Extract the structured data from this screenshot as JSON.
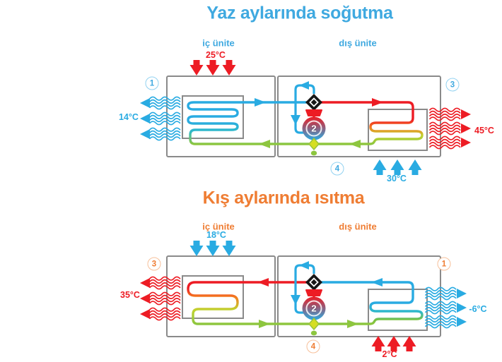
{
  "palette": {
    "cool_blue": "#3fa9e0",
    "cold_cyan": "#29abe2",
    "hot_red": "#ed1c24",
    "warm_orange": "#ef7d33",
    "green": "#8dc63f"
  },
  "summer": {
    "title": "Yaz aylarında soğutma",
    "indoor_unit_label": "iç ünite",
    "outdoor_unit_label": "dış ünite",
    "indoor_air_temp": "25°C",
    "indoor_outlet_temp": "14°C",
    "outdoor_outlet_temp": "45°C",
    "outdoor_air_temp": "30°C",
    "badge_indoor": "1",
    "badge_compressor": "2",
    "badge_outdoor": "3",
    "badge_expansion": "4"
  },
  "winter": {
    "title": "Kış aylarında ısıtma",
    "indoor_unit_label": "iç ünite",
    "outdoor_unit_label": "dış ünite",
    "indoor_air_temp": "18°C",
    "indoor_outlet_temp": "35°C",
    "outdoor_outlet_temp": "-6°C",
    "outdoor_air_temp": "2°C",
    "badge_indoor": "3",
    "badge_compressor": "2",
    "badge_outdoor": "1",
    "badge_expansion": "4"
  }
}
